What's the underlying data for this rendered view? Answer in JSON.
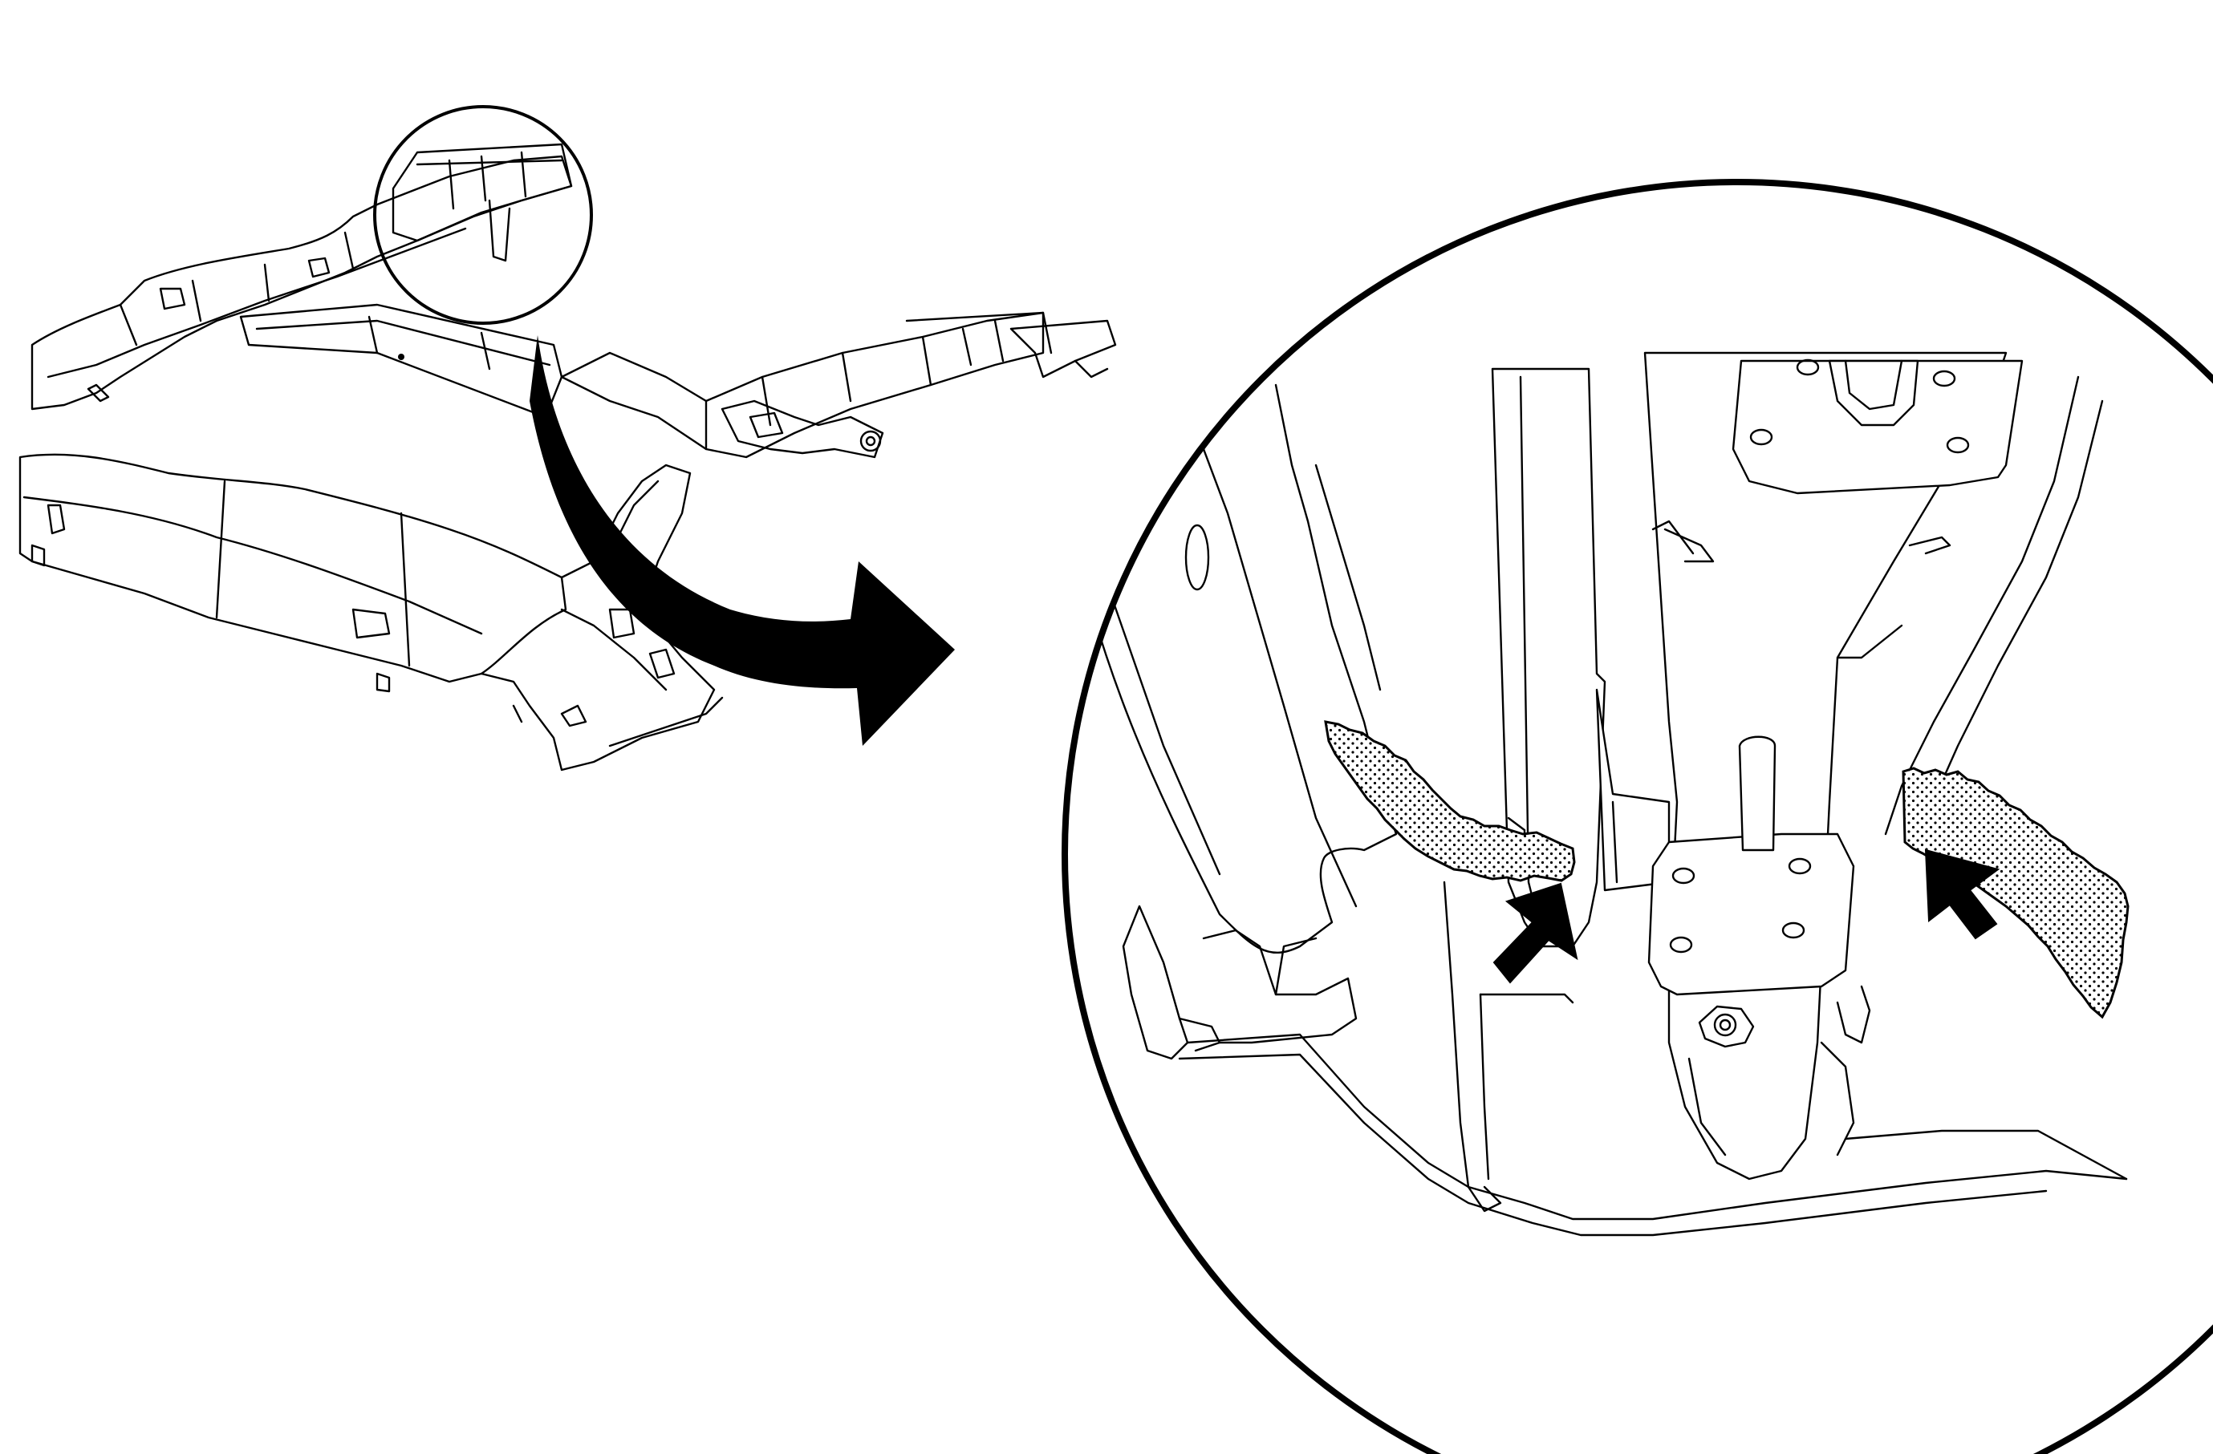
{
  "figure": {
    "colors": {
      "ink": "#000000",
      "paper": "#ffffff",
      "sealer_dots": "#000000"
    },
    "parts": {
      "frame_overview": "vehicle-frame",
      "callout_circle": "detail-callout-circle",
      "zoom_arrow": "curved-callout-arrow",
      "detail_view": "magnified-frame-detail",
      "sealer_left": "stippled-sealer-left",
      "sealer_right": "stippled-sealer-right",
      "pointer_left": "pointer-arrow-left",
      "pointer_right": "pointer-arrow-right"
    }
  }
}
